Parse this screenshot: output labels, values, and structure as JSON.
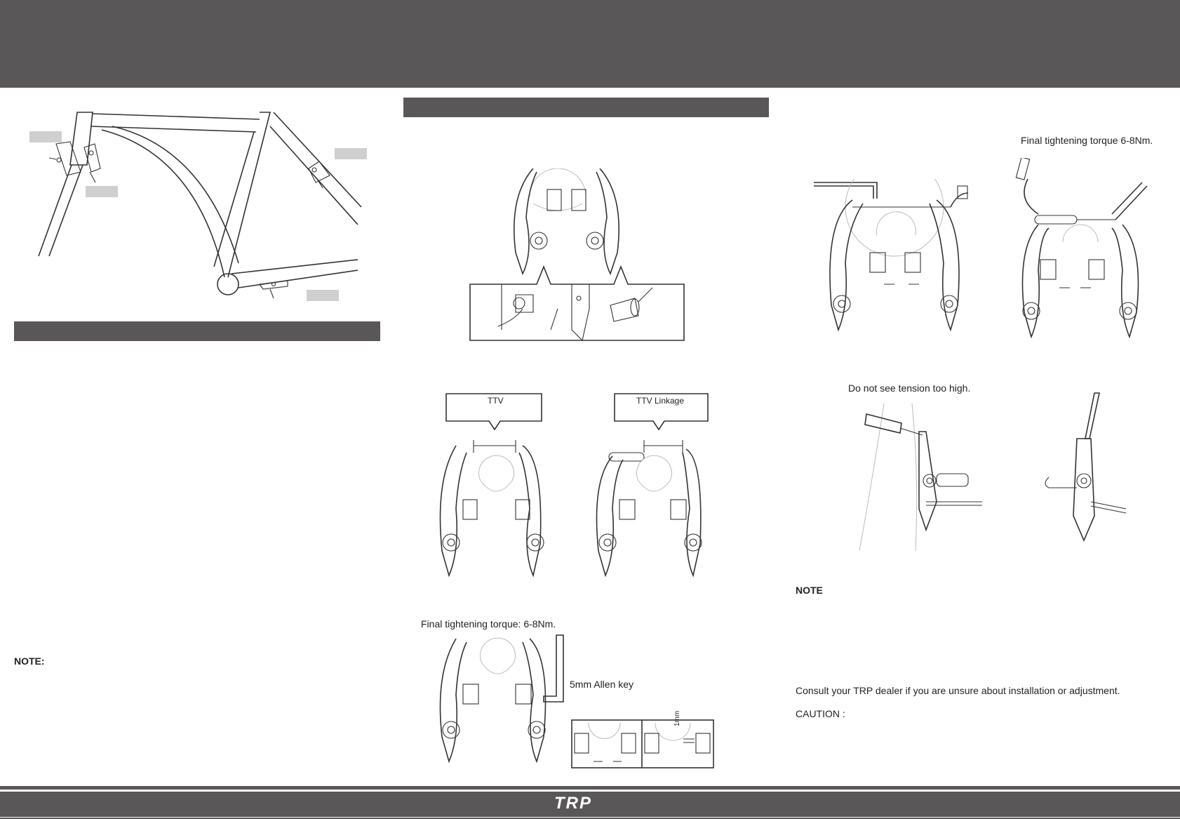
{
  "labels": {
    "torque_right": "Final tightening torque 6-8Nm.",
    "tension": "Do not see tension too high.",
    "note_right": "NOTE",
    "consult": "Consult your TRP dealer if you are unsure about installation or adjustment.",
    "caution": "CAUTION :",
    "ttv": "TTV",
    "ttv_linkage": "TTV Linkage",
    "torque_mid": "Final tightening torque: 6-8Nm.",
    "allen_key": "5mm Allen key",
    "note_left": "NOTE:",
    "one_mm": "1mm"
  },
  "footer": {
    "logo": "TRP"
  },
  "colors": {
    "bar": "#595758",
    "tag": "#cfcfcf"
  }
}
